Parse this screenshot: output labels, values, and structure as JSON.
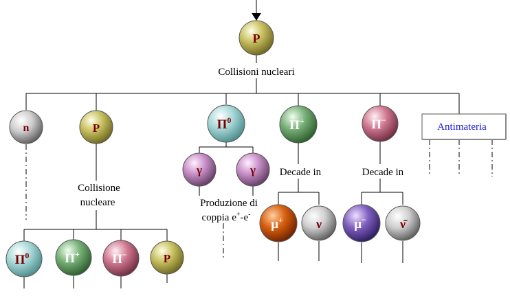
{
  "labels": {
    "collisioni": "Collisioni nucleari",
    "collisione_line1": "Collisione",
    "collisione_line2": "nucleare",
    "decade_in_pi_plus": "Decade in",
    "decade_in_pi_minus": "Decade in",
    "produzione_line1": "Produzione di",
    "produzione_line2_prefix": "coppia e",
    "produzione_plus": "+",
    "produzione_dash": "-e",
    "produzione_minus": "-",
    "antimateria": "Antimateria"
  },
  "nodes": {
    "top_proton": {
      "symbol": "P",
      "sup": ""
    },
    "neutron": {
      "symbol": "n",
      "sup": ""
    },
    "proton": {
      "symbol": "P",
      "sup": ""
    },
    "pion_zero": {
      "symbol": "Π",
      "sup": "0"
    },
    "pion_plus": {
      "symbol": "Π",
      "sup": "+"
    },
    "pion_minus": {
      "symbol": "Π",
      "sup": "−"
    },
    "gamma_1": {
      "symbol": "γ",
      "sup": ""
    },
    "gamma_2": {
      "symbol": "γ",
      "sup": ""
    },
    "muon_plus": {
      "symbol": "μ",
      "sup": "+"
    },
    "neutrino": {
      "symbol": "ν",
      "sup": ""
    },
    "muon_minus": {
      "symbol": "μ",
      "sup": "−"
    },
    "antineutrino": {
      "symbol": "ν̄",
      "sup": ""
    },
    "sec_pion_zero": {
      "symbol": "Π",
      "sup": "0"
    },
    "sec_pion_plus": {
      "symbol": "Π",
      "sup": "+"
    },
    "sec_pion_minus": {
      "symbol": "Π",
      "sup": "−"
    },
    "sec_proton": {
      "symbol": "P",
      "sup": ""
    }
  },
  "colors": {
    "olive": "#c8c060",
    "gray": "#d0d0d0",
    "cyan": "#a8d8d8",
    "green": "#78b078",
    "pink": "#d07890",
    "violet": "#c890c8",
    "orange": "#d86010",
    "purple": "#8060c0",
    "text_dark_red": "#7a0000",
    "text_white": "#ffffff",
    "anti_text": "#1a1adb"
  }
}
